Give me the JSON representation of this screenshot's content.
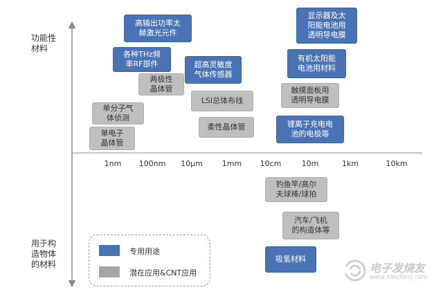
{
  "colors": {
    "blue": "#4a73b5",
    "gray": "#bfbfbf",
    "axis": "#8a8a8a"
  },
  "y_axis": {
    "top_label": "功能性\n材料",
    "bottom_label": "用于构\n造物体\n的材料"
  },
  "x_axis": {
    "ticks": [
      "1nm",
      "100nm",
      "10μm",
      "1mm",
      "10cm",
      "10m",
      "1km",
      "10km"
    ]
  },
  "boxes": [
    {
      "text": "高输出功率太\n赫激光元件",
      "type": "blue"
    },
    {
      "text": "显示器及太\n阳能电池用\n透明导电膜",
      "type": "blue"
    },
    {
      "text": "各种THz频\n率RF部件",
      "type": "blue"
    },
    {
      "text": "超高灵敏度\n气体传感器",
      "type": "blue"
    },
    {
      "text": "有机太阳能\n电池用材料",
      "type": "blue"
    },
    {
      "text": "两极性\n晶体管",
      "type": "gray"
    },
    {
      "text": "触摸面板用\n透明导电膜",
      "type": "gray"
    },
    {
      "text": "LSI总体布线",
      "type": "gray"
    },
    {
      "text": "单分子气\n体侦测",
      "type": "gray"
    },
    {
      "text": "柔性晶体管",
      "type": "gray"
    },
    {
      "text": "锂离子充电电\n池的电极等",
      "type": "blue"
    },
    {
      "text": "单电子\n晶体管",
      "type": "gray"
    },
    {
      "text": "钓鱼竿/高尔\n夫球棒/球拍",
      "type": "gray"
    },
    {
      "text": "汽车/飞机\n的构造体等",
      "type": "gray"
    },
    {
      "text": "吸氢材料",
      "type": "blue"
    }
  ],
  "legend": {
    "dedicated": "专用用途",
    "potential": "潜在应用&CNT应用"
  },
  "watermark": {
    "brand": "电子发烧友",
    "url": "www.elecfans.com"
  }
}
